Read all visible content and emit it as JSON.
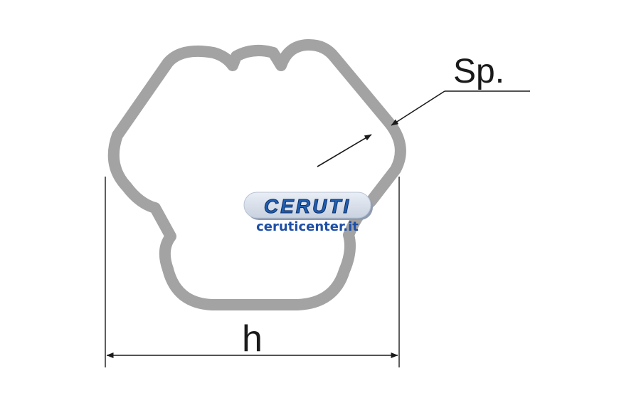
{
  "labels": {
    "thickness": "Sp.",
    "width": "h"
  },
  "watermark": {
    "logo_text": "CERUTI",
    "url": "ceruticenter.it"
  },
  "colors": {
    "profile_wall": "#a3a3a3",
    "profile_edge": "#8a8a8a",
    "dimension_line": "#1a1a1a",
    "logo_blue": "#1f5fb3",
    "logo_dark": "#123a78",
    "url_blue": "#1f4fa6"
  }
}
